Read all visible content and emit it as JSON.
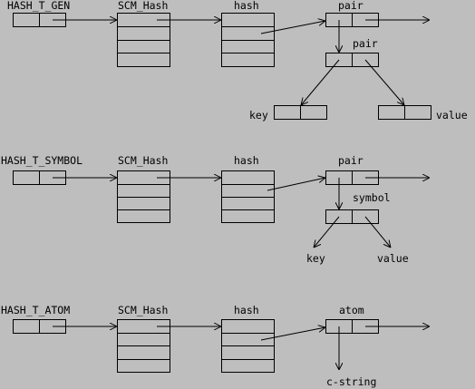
{
  "colors": {
    "background": "#bebebe",
    "ink": "#000000"
  },
  "panels": [
    {
      "id": "gen",
      "labels": {
        "tag": "HASH_T_GEN",
        "scm_hash": "SCM_Hash",
        "hash": "hash",
        "pair": "pair",
        "inner_pair": "pair",
        "key": "key",
        "value": "value"
      }
    },
    {
      "id": "symbol",
      "labels": {
        "tag": "HASH_T_SYMBOL",
        "scm_hash": "SCM_Hash",
        "hash": "hash",
        "pair": "pair",
        "symbol": "symbol",
        "key": "key",
        "value": "value"
      }
    },
    {
      "id": "atom",
      "labels": {
        "tag": "HASH_T_ATOM",
        "scm_hash": "SCM_Hash",
        "hash": "hash",
        "atom": "atom",
        "c_string": "c-string"
      }
    }
  ]
}
